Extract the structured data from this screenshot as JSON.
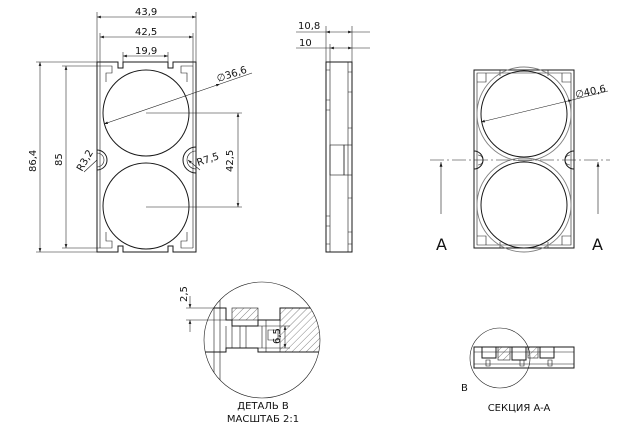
{
  "dimensions": {
    "overall_width": "43,9",
    "inner_width": "42,5",
    "slot_width": "19,9",
    "overall_height": "86,4",
    "inner_height": "85",
    "bore_diameter": "∅36,6",
    "center_distance": "42,5",
    "notch_radius_left": "R3,2",
    "notch_radius_right": "R7,5",
    "thickness_total": "10,8",
    "thickness_inner": "10",
    "section_bore_diameter": "∅40,6",
    "detail_step": "2,5",
    "detail_depth": "6,5"
  },
  "labels": {
    "section_mark_left": "A",
    "section_mark_right": "A",
    "detail_mark": "B",
    "detail_caption_line1": "ДЕТАЛЬ B",
    "detail_caption_line2": "МАСШТАБ 2:1",
    "section_caption": "СЕКЦИЯ A-A"
  }
}
